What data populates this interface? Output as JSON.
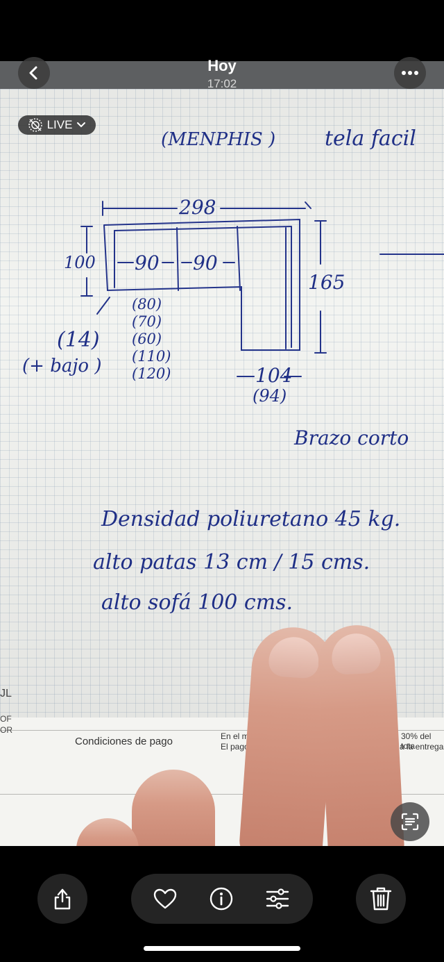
{
  "header": {
    "title": "Hoy",
    "time": "17:02",
    "live_label": "LIVE"
  },
  "note": {
    "model": "(MENPHIS )",
    "fabric": "tela facil",
    "dim_total_width": "298",
    "dim_depth": "100",
    "dim_seat_1": "90",
    "dim_seat_2": "90",
    "dim_chaise_length": "165",
    "dim_chaise_width": "104",
    "dim_chaise_alt": "(94)",
    "seat_options": [
      "(80)",
      "(70)",
      "(60)",
      "(110)",
      "(120)"
    ],
    "arm_value": "(14)",
    "arm_note": "(+ bajo )",
    "arm_type": "Brazo corto",
    "line1": "Densidad poliuretano 45 kg.",
    "line2": "alto patas 13 cm / 15 cms.",
    "line3": "alto sofá 100 cms."
  },
  "form": {
    "payment_label": "Condiciones de pago",
    "payment_mid_1": "En el mom",
    "payment_mid_2": "El pago d",
    "payment_right_1": "30% del tota",
    "payment_right_2": "a la entrega",
    "left_frag_1": "JL",
    "left_frag_2": "OF",
    "left_frag_3": "OR"
  },
  "toolbar": {
    "icons": [
      "share-icon",
      "heart-icon",
      "info-icon",
      "adjust-icon",
      "trash-icon"
    ]
  }
}
